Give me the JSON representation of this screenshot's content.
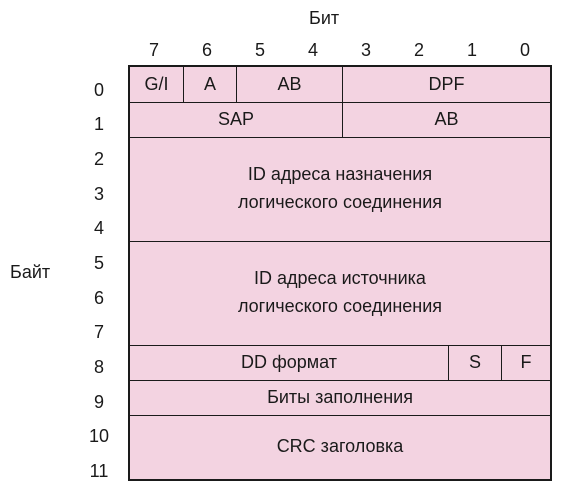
{
  "labels": {
    "bit_axis": "Бит",
    "byte_axis": "Байт"
  },
  "bit_numbers": [
    "7",
    "6",
    "5",
    "4",
    "3",
    "2",
    "1",
    "0"
  ],
  "byte_numbers": [
    "0",
    "1",
    "2",
    "3",
    "4",
    "5",
    "6",
    "7",
    "8",
    "9",
    "10",
    "11"
  ],
  "fields": {
    "gi": "G/I",
    "a": "A",
    "ab_byte0": "AB",
    "dpf": "DPF",
    "sap": "SAP",
    "ab_byte1": "AB",
    "dest_line1": "ID адреса назначения",
    "dest_line2": "логического соединения",
    "src_line1": "ID адреса источника",
    "src_line2": "логического соединения",
    "dd_format": "DD формат",
    "s": "S",
    "f": "F",
    "fill_bits": "Биты заполнения",
    "header_crc": "CRC заголовка"
  }
}
